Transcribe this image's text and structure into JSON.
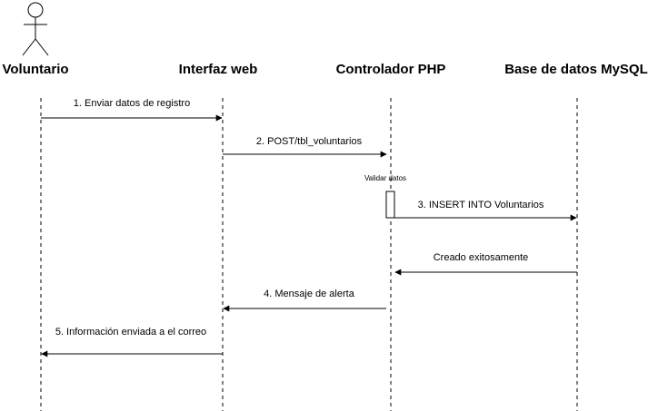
{
  "participants": [
    {
      "id": "voluntario",
      "label": "Voluntario",
      "type": "actor"
    },
    {
      "id": "interfaz",
      "label": "Interfaz web",
      "type": "lifeline"
    },
    {
      "id": "controlador",
      "label": "Controlador PHP",
      "type": "lifeline"
    },
    {
      "id": "base",
      "label": "Base de datos MySQL",
      "type": "lifeline"
    }
  ],
  "messages": [
    {
      "from": "voluntario",
      "to": "interfaz",
      "label": "1. Enviar datos de registro"
    },
    {
      "from": "interfaz",
      "to": "controlador",
      "label": "2. POST/tbl_voluntarios"
    },
    {
      "from": "controlador",
      "to": "base",
      "label": "3. INSERT INTO Voluntarios"
    },
    {
      "from": "base",
      "to": "controlador",
      "label": "Creado exitosamente"
    },
    {
      "from": "controlador",
      "to": "interfaz",
      "label": "4. Mensaje de alerta"
    },
    {
      "from": "interfaz",
      "to": "voluntario",
      "label": "5. Información enviada a el correo"
    }
  ],
  "activation_note": "Validar datos"
}
